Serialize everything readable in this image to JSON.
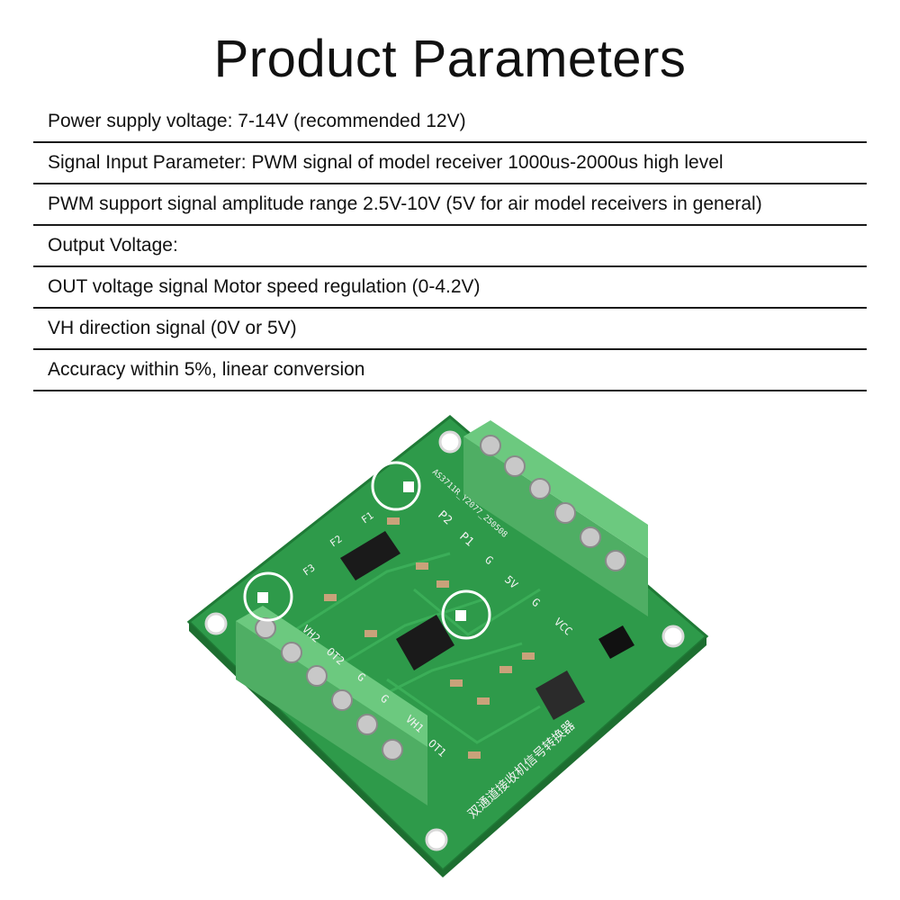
{
  "page": {
    "title": "Product Parameters"
  },
  "parameters": [
    "Power supply voltage: 7-14V (recommended 12V)",
    "Signal Input Parameter: PWM signal of model receiver 1000us-2000us high level",
    "PWM support signal amplitude range 2.5V-10V (5V for air model receivers in general)",
    "Output Voltage:",
    "OUT voltage signal Motor speed regulation (0-4.2V)",
    "VH direction signal (0V or 5V)",
    "Accuracy within 5%, linear conversion"
  ],
  "board": {
    "silkscreen": {
      "p2": "P2",
      "p1": "P1",
      "g_top": "G",
      "g_mid": "G",
      "v5": "5V",
      "vcc": "VCC",
      "f1": "F1",
      "f2": "F2",
      "f3": "F3",
      "vh2": "VH2",
      "ot2": "OT2",
      "g_left1": "G",
      "g_left2": "G",
      "vh1": "VH1",
      "ot1": "OT1",
      "board_id": "AS3711R_Y2077_250508",
      "chinese_title": "双通道接收机信号转换器"
    },
    "colors": {
      "pcb": "#2e9a4a",
      "terminal": "#5bbf6f",
      "screw": "#c8c8c8"
    }
  }
}
